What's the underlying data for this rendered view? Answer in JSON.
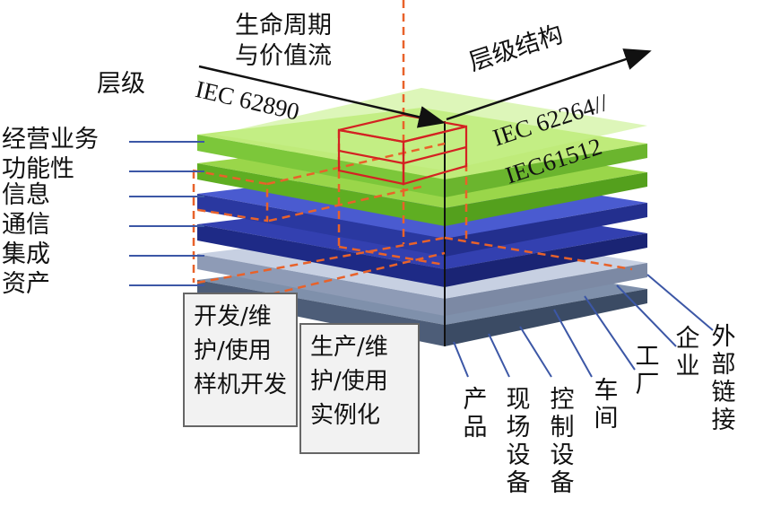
{
  "axes": {
    "lifecycle": "生命周期\n与价值流",
    "layers": "层级",
    "hierarchy": "层级结构"
  },
  "standards": {
    "lifecycle": "IEC 62890",
    "hierarchy_line1": "IEC 62264//",
    "hierarchy_line2": "IEC61512"
  },
  "layer_labels": [
    "经营业务",
    "功能性",
    "信息",
    "通信",
    "集成",
    "资产"
  ],
  "lifecycle_boxes": [
    "开发/维\n护/使用\n样机开发",
    "生产/维\n护/使用\n实例化"
  ],
  "hierarchy_levels": [
    "产品",
    "现场设备",
    "控制设备",
    "车间",
    "工厂",
    "企业",
    "外部链接"
  ],
  "colors": {
    "green_light": "#b6e86a",
    "green_dark": "#6fbf2a",
    "blue_light": "#4456c8",
    "blue_dark": "#23309a",
    "grey_light": "#c9d2e3",
    "grey_dark": "#6f7f99",
    "leader": "#3c57a6",
    "dashed": "#e8622a",
    "cube": "#d32222"
  }
}
